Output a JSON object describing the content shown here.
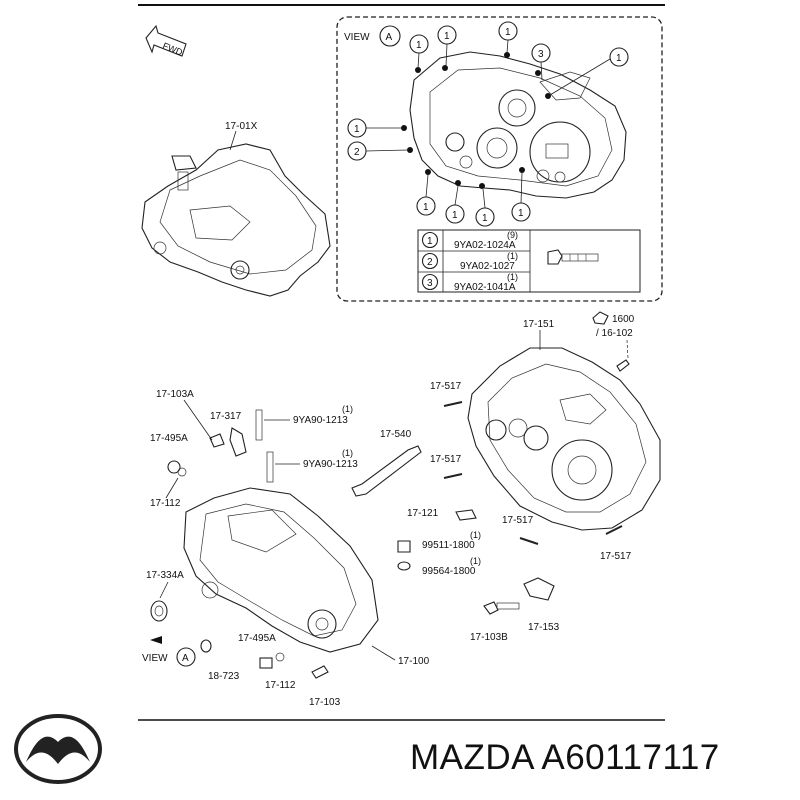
{
  "fwd": "FWD",
  "view_a": {
    "view": "VIEW",
    "letter": "A",
    "callouts": [
      "1",
      "2",
      "3"
    ],
    "legend": [
      {
        "num": "1",
        "qty": "(9)",
        "part": "9YA02-1024A"
      },
      {
        "num": "2",
        "qty": "(1)",
        "part": "9YA02-1027"
      },
      {
        "num": "3",
        "qty": "(1)",
        "part": "9YA02-1041A"
      }
    ]
  },
  "labels": {
    "l1701x": "17-01X",
    "l1600": "1600",
    "l16102": "/ 16-102",
    "l17151": "17-151",
    "l17517a": "17-517",
    "l17517b": "17-517",
    "l17517c": "17-517",
    "l17517d": "17-517",
    "l17103a": "17-103A",
    "l17317": "17-317",
    "q1a": "(1)",
    "p9ya90a": "9YA90-1213",
    "q1b": "(1)",
    "p9ya90b": "9YA90-1213",
    "l17540": "17-540",
    "l17495a": "17-495A",
    "l17112": "17-112",
    "l17121": "17-121",
    "q1c": "(1)",
    "p99511": "99511-1800",
    "q1d": "(1)",
    "p99564": "99564-1800",
    "l17334a": "17-334A",
    "l17495a2": "17-495A",
    "l18723": "18-723",
    "l17112b": "17-112",
    "l17103": "17-103",
    "l17100": "17-100",
    "l17103b": "17-103B",
    "l17153": "17-153",
    "view_bottom": "VIEW",
    "view_bottom_letter": "A"
  },
  "footer": {
    "brand": "MAZDA",
    "part_number": "A60117117"
  }
}
